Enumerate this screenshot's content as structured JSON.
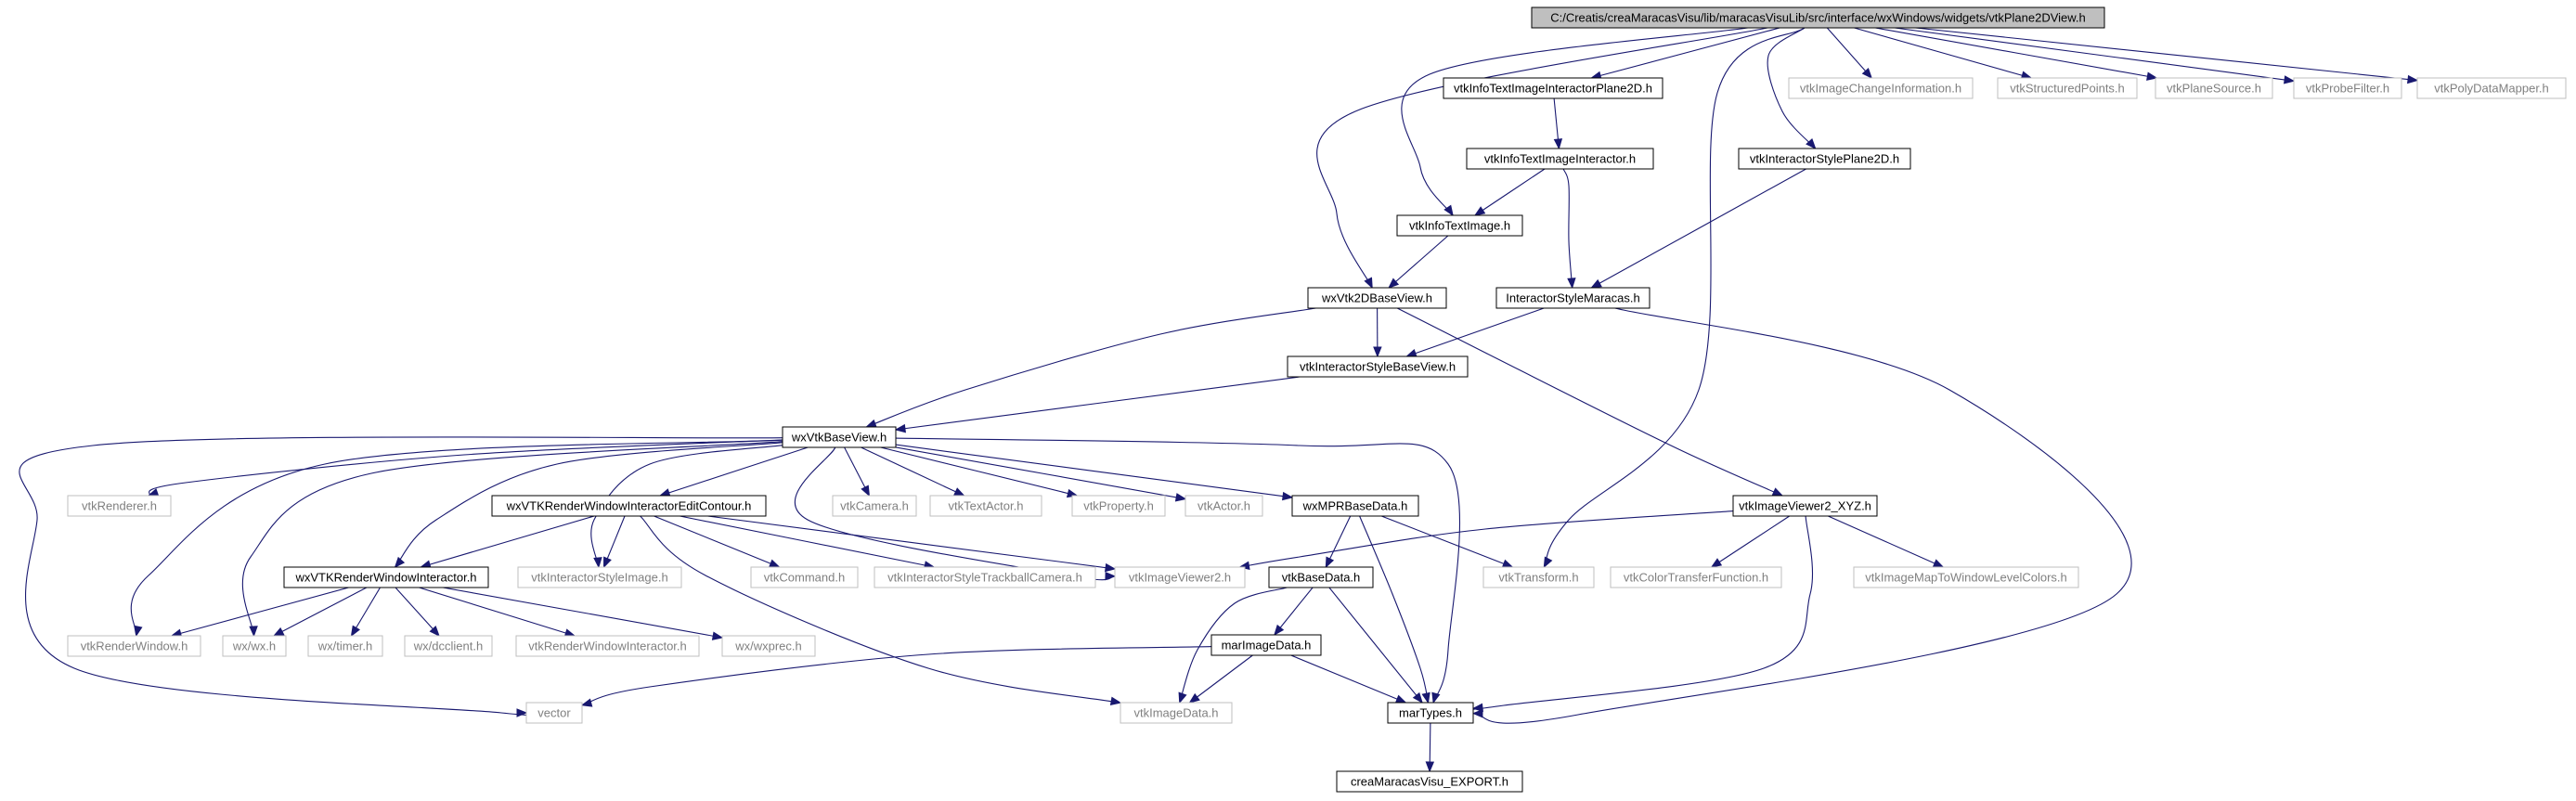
{
  "diagram": {
    "type": "include-dependency-graph",
    "colors": {
      "edge": "#191970",
      "root_fill": "#bfbfbf",
      "node_border_documented": "#000000",
      "node_border_external": "#bfbfbf",
      "node_text": "#000000",
      "external_text": "#808080",
      "node_fill": "#ffffff"
    },
    "nodes": [
      {
        "id": "root",
        "label": "C:/Creatis/creaMaracasVisu/lib/maracasVisuLib/src/interface/wxWindows/widgets/vtkPlane2DView.h",
        "kind": "root"
      },
      {
        "id": "n_itp2d",
        "label": "vtkInfoTextImageInteractorPlane2D.h",
        "kind": "documented"
      },
      {
        "id": "n_ici",
        "label": "vtkImageChangeInformation.h",
        "kind": "external"
      },
      {
        "id": "n_sp",
        "label": "vtkStructuredPoints.h",
        "kind": "external"
      },
      {
        "id": "n_ps",
        "label": "vtkPlaneSource.h",
        "kind": "external"
      },
      {
        "id": "n_pf",
        "label": "vtkProbeFilter.h",
        "kind": "external"
      },
      {
        "id": "n_pdm",
        "label": "vtkPolyDataMapper.h",
        "kind": "external"
      },
      {
        "id": "n_iti",
        "label": "vtkInfoTextImageInteractor.h",
        "kind": "documented"
      },
      {
        "id": "n_isp2d",
        "label": "vtkInteractorStylePlane2D.h",
        "kind": "documented"
      },
      {
        "id": "n_it",
        "label": "vtkInfoTextImage.h",
        "kind": "documented"
      },
      {
        "id": "n_w2d",
        "label": "wxVtk2DBaseView.h",
        "kind": "documented"
      },
      {
        "id": "n_ism",
        "label": "InteractorStyleMaracas.h",
        "kind": "documented"
      },
      {
        "id": "n_isbv",
        "label": "vtkInteractorStyleBaseView.h",
        "kind": "documented"
      },
      {
        "id": "n_wvbv",
        "label": "wxVtkBaseView.h",
        "kind": "documented"
      },
      {
        "id": "n_ren",
        "label": "vtkRenderer.h",
        "kind": "external"
      },
      {
        "id": "n_rwiec",
        "label": "wxVTKRenderWindowInteractorEditContour.h",
        "kind": "documented"
      },
      {
        "id": "n_cam",
        "label": "vtkCamera.h",
        "kind": "external"
      },
      {
        "id": "n_ta",
        "label": "vtkTextActor.h",
        "kind": "external"
      },
      {
        "id": "n_prop",
        "label": "vtkProperty.h",
        "kind": "external"
      },
      {
        "id": "n_act",
        "label": "vtkActor.h",
        "kind": "external"
      },
      {
        "id": "n_mpr",
        "label": "wxMPRBaseData.h",
        "kind": "documented"
      },
      {
        "id": "n_iv2x",
        "label": "vtkImageViewer2_XYZ.h",
        "kind": "documented"
      },
      {
        "id": "n_rwi",
        "label": "wxVTKRenderWindowInteractor.h",
        "kind": "documented"
      },
      {
        "id": "n_isi",
        "label": "vtkInteractorStyleImage.h",
        "kind": "external"
      },
      {
        "id": "n_cmd",
        "label": "vtkCommand.h",
        "kind": "external"
      },
      {
        "id": "n_istc",
        "label": "vtkInteractorStyleTrackballCamera.h",
        "kind": "external"
      },
      {
        "id": "n_iv2",
        "label": "vtkImageViewer2.h",
        "kind": "external"
      },
      {
        "id": "n_bd",
        "label": "vtkBaseData.h",
        "kind": "documented"
      },
      {
        "id": "n_tr",
        "label": "vtkTransform.h",
        "kind": "external"
      },
      {
        "id": "n_ctf",
        "label": "vtkColorTransferFunction.h",
        "kind": "external"
      },
      {
        "id": "n_imwl",
        "label": "vtkImageMapToWindowLevelColors.h",
        "kind": "external"
      },
      {
        "id": "n_rw",
        "label": "vtkRenderWindow.h",
        "kind": "external"
      },
      {
        "id": "n_wxh",
        "label": "wx/wx.h",
        "kind": "external"
      },
      {
        "id": "n_timer",
        "label": "wx/timer.h",
        "kind": "external"
      },
      {
        "id": "n_dc",
        "label": "wx/dcclient.h",
        "kind": "external"
      },
      {
        "id": "n_vrwi",
        "label": "vtkRenderWindowInteractor.h",
        "kind": "external"
      },
      {
        "id": "n_prec",
        "label": "wx/wxprec.h",
        "kind": "external"
      },
      {
        "id": "n_mid",
        "label": "marImageData.h",
        "kind": "documented"
      },
      {
        "id": "n_vec",
        "label": "vector",
        "kind": "external"
      },
      {
        "id": "n_vid",
        "label": "vtkImageData.h",
        "kind": "external"
      },
      {
        "id": "n_mt",
        "label": "marTypes.h",
        "kind": "documented"
      },
      {
        "id": "n_exp",
        "label": "creaMaracasVisu_EXPORT.h",
        "kind": "documented"
      }
    ]
  }
}
